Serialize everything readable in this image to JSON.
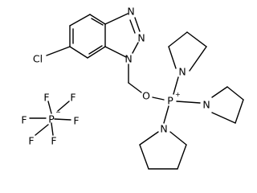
{
  "atoms": {
    "triazole_n_top": "N",
    "triazole_n_mid": "N",
    "triazole_n1": "N",
    "chlorine": "Cl",
    "oxygen": "O",
    "phosphorus": "P",
    "phosphorus_charge": "+",
    "pyrrolidine_n_upper": "N",
    "pyrrolidine_n_right": "N",
    "pyrrolidine_n_lower": "N",
    "hexafluoro_p": "P",
    "hexafluoro_charge": "−",
    "fluorine_1": "F",
    "fluorine_2": "F",
    "fluorine_3": "F",
    "fluorine_4": "F",
    "fluorine_5": "F",
    "fluorine_6": "F"
  }
}
